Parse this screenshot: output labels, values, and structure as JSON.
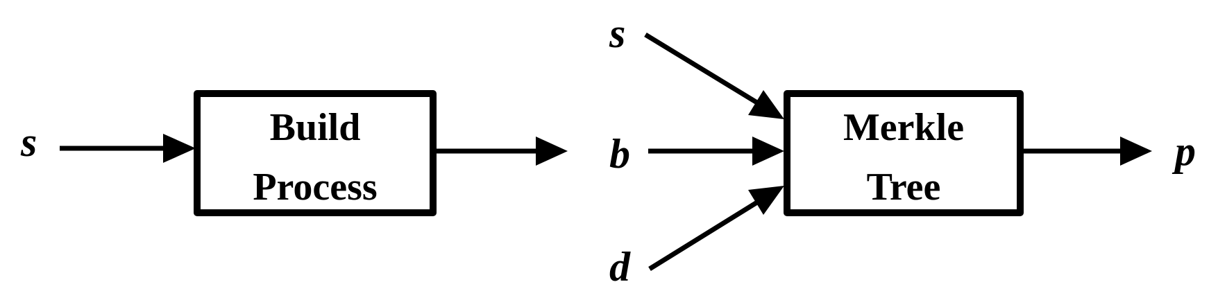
{
  "diagram": {
    "boxes": {
      "build": {
        "line1": "Build",
        "line2": "Process"
      },
      "merkle": {
        "line1": "Merkle",
        "line2": "Tree"
      }
    },
    "variables": {
      "s_input": "s",
      "s_merkle": "s",
      "b": "b",
      "d": "d",
      "p": "p"
    }
  }
}
